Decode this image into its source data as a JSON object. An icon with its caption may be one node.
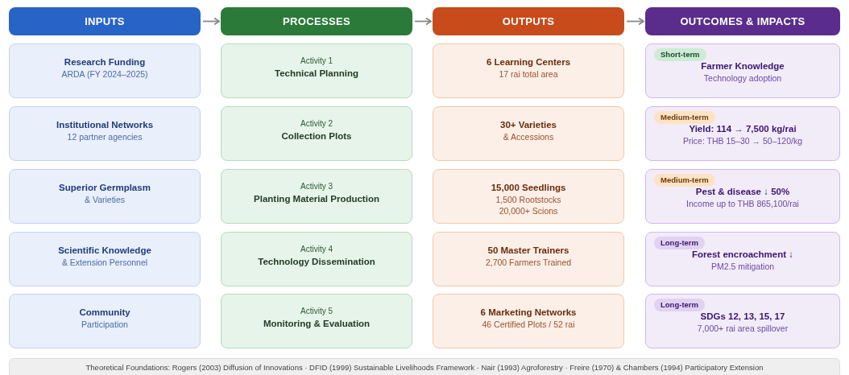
{
  "diagram": {
    "nodes": [
      {
        "text": [
          "INPUTS"
        ]
      },
      {
        "text": [
          "PROCESSES"
        ]
      },
      {
        "text": [
          "OUTPUTS"
        ]
      },
      {
        "text": [
          "OUTCOMES & IMPACTS"
        ]
      },
      {
        "text": [
          "Research Funding",
          "ARDA (FY 2024–2025)"
        ]
      },
      {
        "text": [
          "Activity 1",
          "Technical Planning"
        ]
      },
      {
        "text": [
          "6 Learning Centers",
          "17 rai total area"
        ]
      },
      {
        "text": [
          "Farmer Knowledge",
          "Technology adoption"
        ]
      },
      {
        "text": [
          "Short-term"
        ],
        "in": 7
      },
      {
        "text": [
          "Institutional Networks",
          "12 partner agencies"
        ]
      },
      {
        "text": [
          "Activity 2",
          "Collection Plots"
        ]
      },
      {
        "text": [
          "30+ Varieties",
          "& Accessions"
        ]
      },
      {
        "text": [
          "Yield: 114 → 7,500 kg/rai",
          "Price: THB 15–30 → 50–120/kg"
        ]
      },
      {
        "text": [
          "Medium-term"
        ],
        "in": 12
      },
      {
        "text": [
          "Superior Germplasm",
          "& Varieties"
        ]
      },
      {
        "text": [
          "Activity 3",
          "Planting Material Production"
        ]
      },
      {
        "text": [
          "15,000 Seedlings",
          "1,500 Rootstocks",
          "20,000+ Scions"
        ]
      },
      {
        "text": [
          "Pest & disease ↓ 50%",
          "Income up to THB 865,100/rai"
        ]
      },
      {
        "text": [
          "Medium-term"
        ],
        "in": 17
      },
      {
        "text": [
          "Scientific Knowledge",
          "& Extension Personnel"
        ]
      },
      {
        "text": [
          "Activity 4",
          "Technology Dissemination"
        ]
      },
      {
        "text": [
          "50 Master Trainers",
          "2,700 Farmers Trained"
        ]
      },
      {
        "text": [
          "Forest encroachment ↓",
          "PM2.5 mitigation"
        ]
      },
      {
        "text": [
          "Long-term"
        ],
        "in": 22
      },
      {
        "text": [
          "Community",
          "Participation"
        ]
      },
      {
        "text": [
          "Activity 5",
          "Monitoring & Evaluation"
        ]
      },
      {
        "text": [
          "6 Marketing Networks",
          "46 Certified Plots / 52 rai"
        ]
      },
      {
        "text": [
          "SDGs 12, 13, 15, 17",
          "7,000+ rai area spillover"
        ]
      },
      {
        "text": [
          "Long-term"
        ],
        "in": 27
      },
      {
        "text": [
          "Theoretical Foundations: Rogers (2003) Diffusion of Innovations · DFID (1999) Sustainable Livelihoods Framework · Nair (1993) Agroforestry · Freire (1970) & Chambers (1994) Participatory Extension"
        ]
      }
    ],
    "edges": [
      {
        "from": 0,
        "to": 1,
        "arrow": "to"
      },
      {
        "from": 1,
        "to": 2,
        "arrow": "to"
      },
      {
        "from": 2,
        "to": 3,
        "arrow": "to"
      }
    ]
  }
}
